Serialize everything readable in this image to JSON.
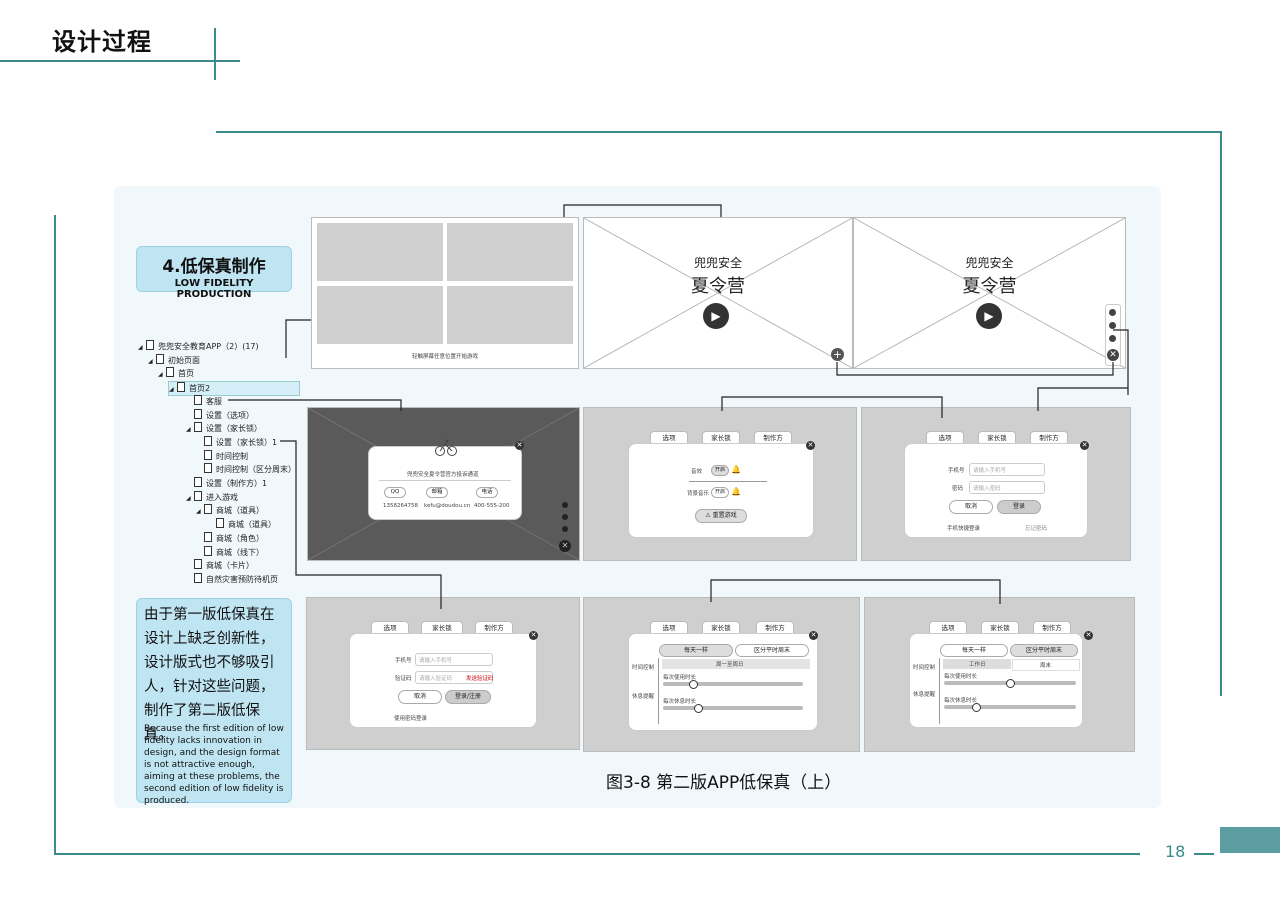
{
  "header": {
    "title": "设计过程"
  },
  "section_badge": {
    "title": "4.低保真制作",
    "subtitle": "LOW FIDELITY PRODUCTION"
  },
  "tree": [
    {
      "label": "兜兜安全教育APP（2）(17)",
      "level": 0
    },
    {
      "label": "初始页面",
      "level": 1
    },
    {
      "label": "首页",
      "level": 2
    },
    {
      "label": "首页2",
      "level": 3,
      "selected": true
    },
    {
      "label": "客服",
      "level": 4
    },
    {
      "label": "设置（选项）",
      "level": 4
    },
    {
      "label": "设置（家长锁）",
      "level": 4
    },
    {
      "label": "设置（家长锁）1",
      "level": 5
    },
    {
      "label": "时间控制",
      "level": 5
    },
    {
      "label": "时间控制（区分周末）",
      "level": 5
    },
    {
      "label": "设置（制作方）1",
      "level": 4
    },
    {
      "label": "进入游戏",
      "level": 4
    },
    {
      "label": "商城（道具）",
      "level": 5
    },
    {
      "label": "商城（道具）",
      "level": 6
    },
    {
      "label": "商城（角色）",
      "level": 5
    },
    {
      "label": "商城（线下）",
      "level": 5
    },
    {
      "label": "商城（卡片）",
      "level": 4
    },
    {
      "label": "自然灾害预防待机页",
      "level": 4
    }
  ],
  "description": {
    "cn": "由于第一版低保真在设计上缺乏创新性，设计版式也不够吸引人，针对这些问题，制作了第二版低保真。",
    "en": "Because the first edition of low fidelity lacks innovation in design, and the design format is not attractive enough, aiming at these problems, the second edition of low fidelity is produced."
  },
  "screens": {
    "s1": {
      "hint": "轻触屏幕任意位置开始游戏"
    },
    "s2": {
      "brand": "兜兜安全",
      "title": "夏令营"
    },
    "s3": {
      "brand": "兜兜安全",
      "title": "夏令营"
    },
    "s4": {
      "heading": "兜兜安全夏令营官方投诉通道",
      "contacts": [
        {
          "label": "QQ",
          "value": "1358264758"
        },
        {
          "label": "邮箱",
          "value": "kefu@doudou.cn"
        },
        {
          "label": "电话",
          "value": "400-555-200"
        }
      ]
    },
    "tabs": [
      "选项",
      "家长锁",
      "制作方"
    ],
    "s5": {
      "sound": "音效",
      "music": "背景音乐",
      "on": "开启",
      "reset": "重置游戏"
    },
    "s6": {
      "phone": "手机号",
      "password": "密码",
      "phone_ph": "请输入手机号",
      "pwd_ph": "请输入密码",
      "cancel": "取消",
      "login": "登录",
      "link1": "手机快捷登录",
      "link2": "忘记密码"
    },
    "s7": {
      "phone": "手机号",
      "code": "验证码",
      "phone_ph": "请输入手机号",
      "code_ph": "请输入验证码",
      "send": "发送验证码",
      "cancel": "取消",
      "login": "登录/注册",
      "link1": "使用密码登录"
    },
    "s8": {
      "opt1": "每天一样",
      "opt2": "区分平时周末",
      "side1": "时间控制",
      "side2": "休息提醒",
      "range": "周一至周日",
      "row1": "每次使用时长",
      "row2": "每次休息时长"
    },
    "s9": {
      "opt1": "每天一样",
      "opt2": "区分平时周末",
      "side1": "时间控制",
      "side2": "休息提醒",
      "tab1": "工作日",
      "tab2": "周末",
      "row1": "每次使用时长",
      "row2": "每次休息时长"
    }
  },
  "caption": "图3-8  第二版APP低保真（上）",
  "page_number": "18"
}
